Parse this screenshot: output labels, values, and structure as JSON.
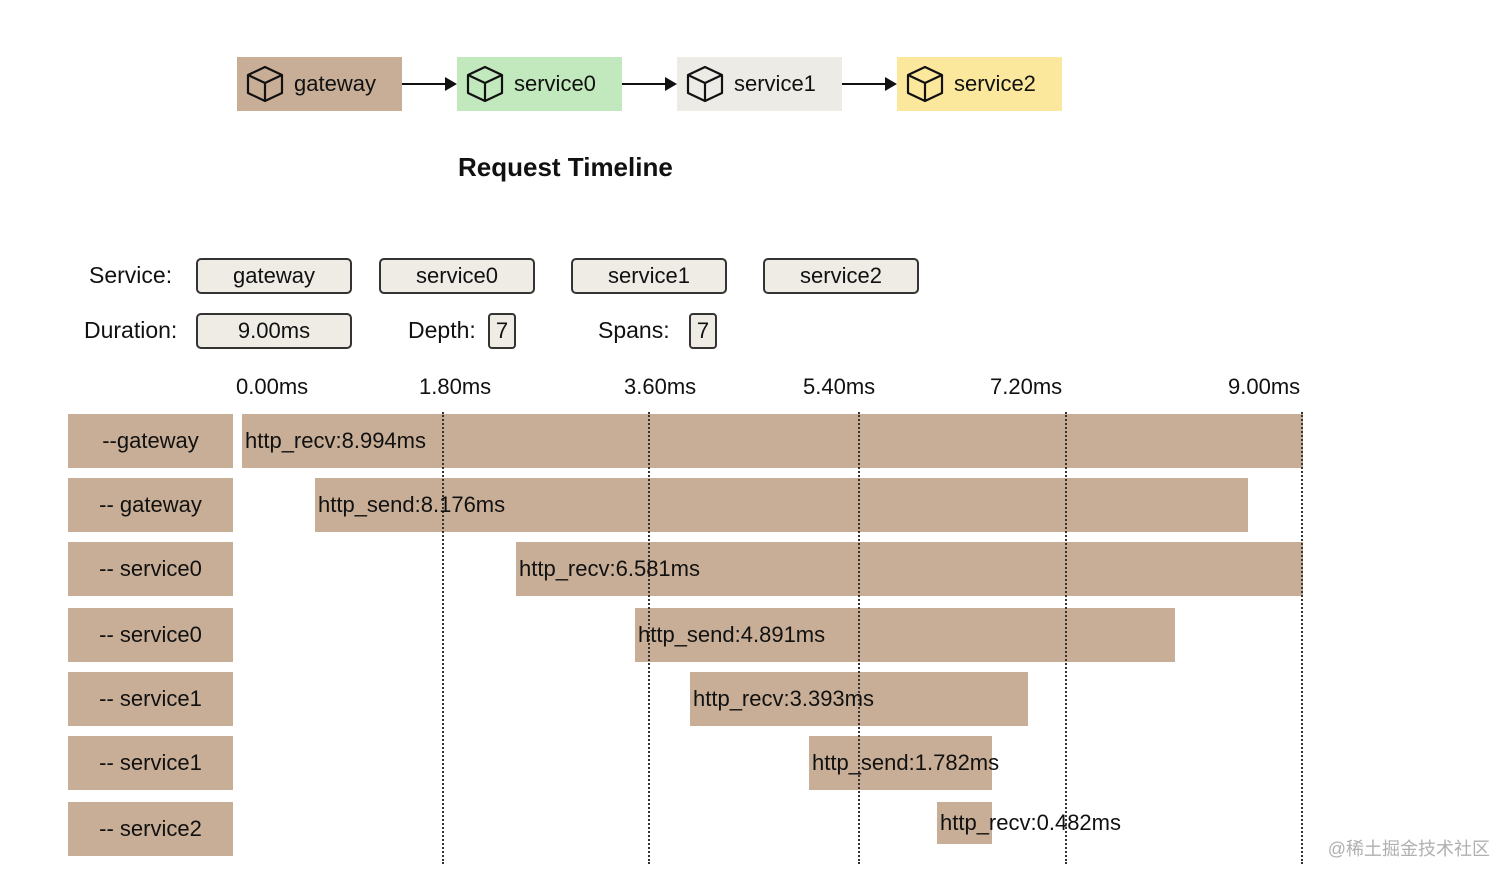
{
  "flow": {
    "nodes": [
      {
        "label": "gateway",
        "color": "#c8ae96"
      },
      {
        "label": "service0",
        "color": "#c2e8bd"
      },
      {
        "label": "service1",
        "color": "#ecebe6"
      },
      {
        "label": "service2",
        "color": "#fce89c"
      }
    ]
  },
  "title": "Request Timeline",
  "summary": {
    "service_label": "Service:",
    "services": [
      "gateway",
      "service0",
      "service1",
      "service2"
    ],
    "duration_label": "Duration:",
    "duration_value": "9.00ms",
    "depth_label": "Depth:",
    "depth_value": "7",
    "spans_label": "Spans:",
    "spans_value": "7"
  },
  "timeline": {
    "ticks": [
      "0.00ms",
      "1.80ms",
      "3.60ms",
      "5.40ms",
      "7.20ms",
      "9.00ms"
    ],
    "rows": [
      {
        "label": "--gateway",
        "span": "http_recv:8.994ms"
      },
      {
        "label": "-- gateway",
        "span": "http_send:8.176ms"
      },
      {
        "label": "-- service0",
        "span": "http_recv:6.581ms"
      },
      {
        "label": "-- service0",
        "span": "http_send:4.891ms"
      },
      {
        "label": "-- service1",
        "span": "http_recv:3.393ms"
      },
      {
        "label": "-- service1",
        "span": "http_send:1.782ms"
      },
      {
        "label": "-- service2",
        "span": "http_recv:0.482ms"
      }
    ]
  },
  "watermark": "@稀土掘金技术社区"
}
